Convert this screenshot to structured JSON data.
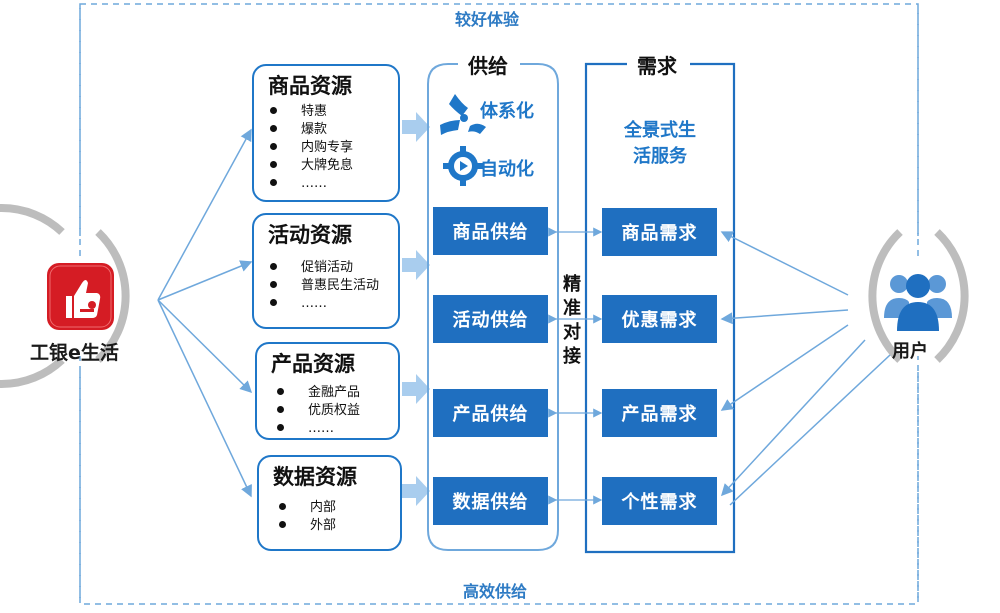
{
  "frame": {
    "top_label": "较好体验",
    "bottom_label": "高效供给"
  },
  "brand": {
    "name": "工银e生活",
    "logo_color": "#d51c24"
  },
  "user": {
    "label": "用户",
    "icon": "users-group-icon"
  },
  "resources": [
    {
      "title": "商品资源",
      "items": [
        "特惠",
        "爆款",
        "内购专享",
        "大牌免息",
        "……"
      ]
    },
    {
      "title": "活动资源",
      "items": [
        "促销活动",
        "普惠民生活动",
        "……"
      ]
    },
    {
      "title": "产品资源",
      "items": [
        "金融产品",
        "优质权益",
        "……"
      ]
    },
    {
      "title": "数据资源",
      "items": [
        "内部",
        "外部"
      ]
    }
  ],
  "supply": {
    "title": "供给",
    "features": [
      {
        "label": "体系化",
        "icon": "network-icon"
      },
      {
        "label": "自动化",
        "icon": "gear-play-icon"
      }
    ],
    "boxes": [
      "商品供给",
      "活动供给",
      "产品供给",
      "数据供给"
    ]
  },
  "match": {
    "chars": [
      "精",
      "准",
      "对",
      "接"
    ]
  },
  "demand": {
    "title": "需求",
    "scenario_line1": "全景式生",
    "scenario_line2": "活服务",
    "boxes": [
      "商品需求",
      "优惠需求",
      "产品需求",
      "个性需求"
    ]
  },
  "colors": {
    "accent": "#1f77c8",
    "box_fill": "#1f6fc0",
    "connector": "#6fa8dc",
    "arrow_fill": "#a9cdee",
    "ring": "#bdbdbd"
  }
}
